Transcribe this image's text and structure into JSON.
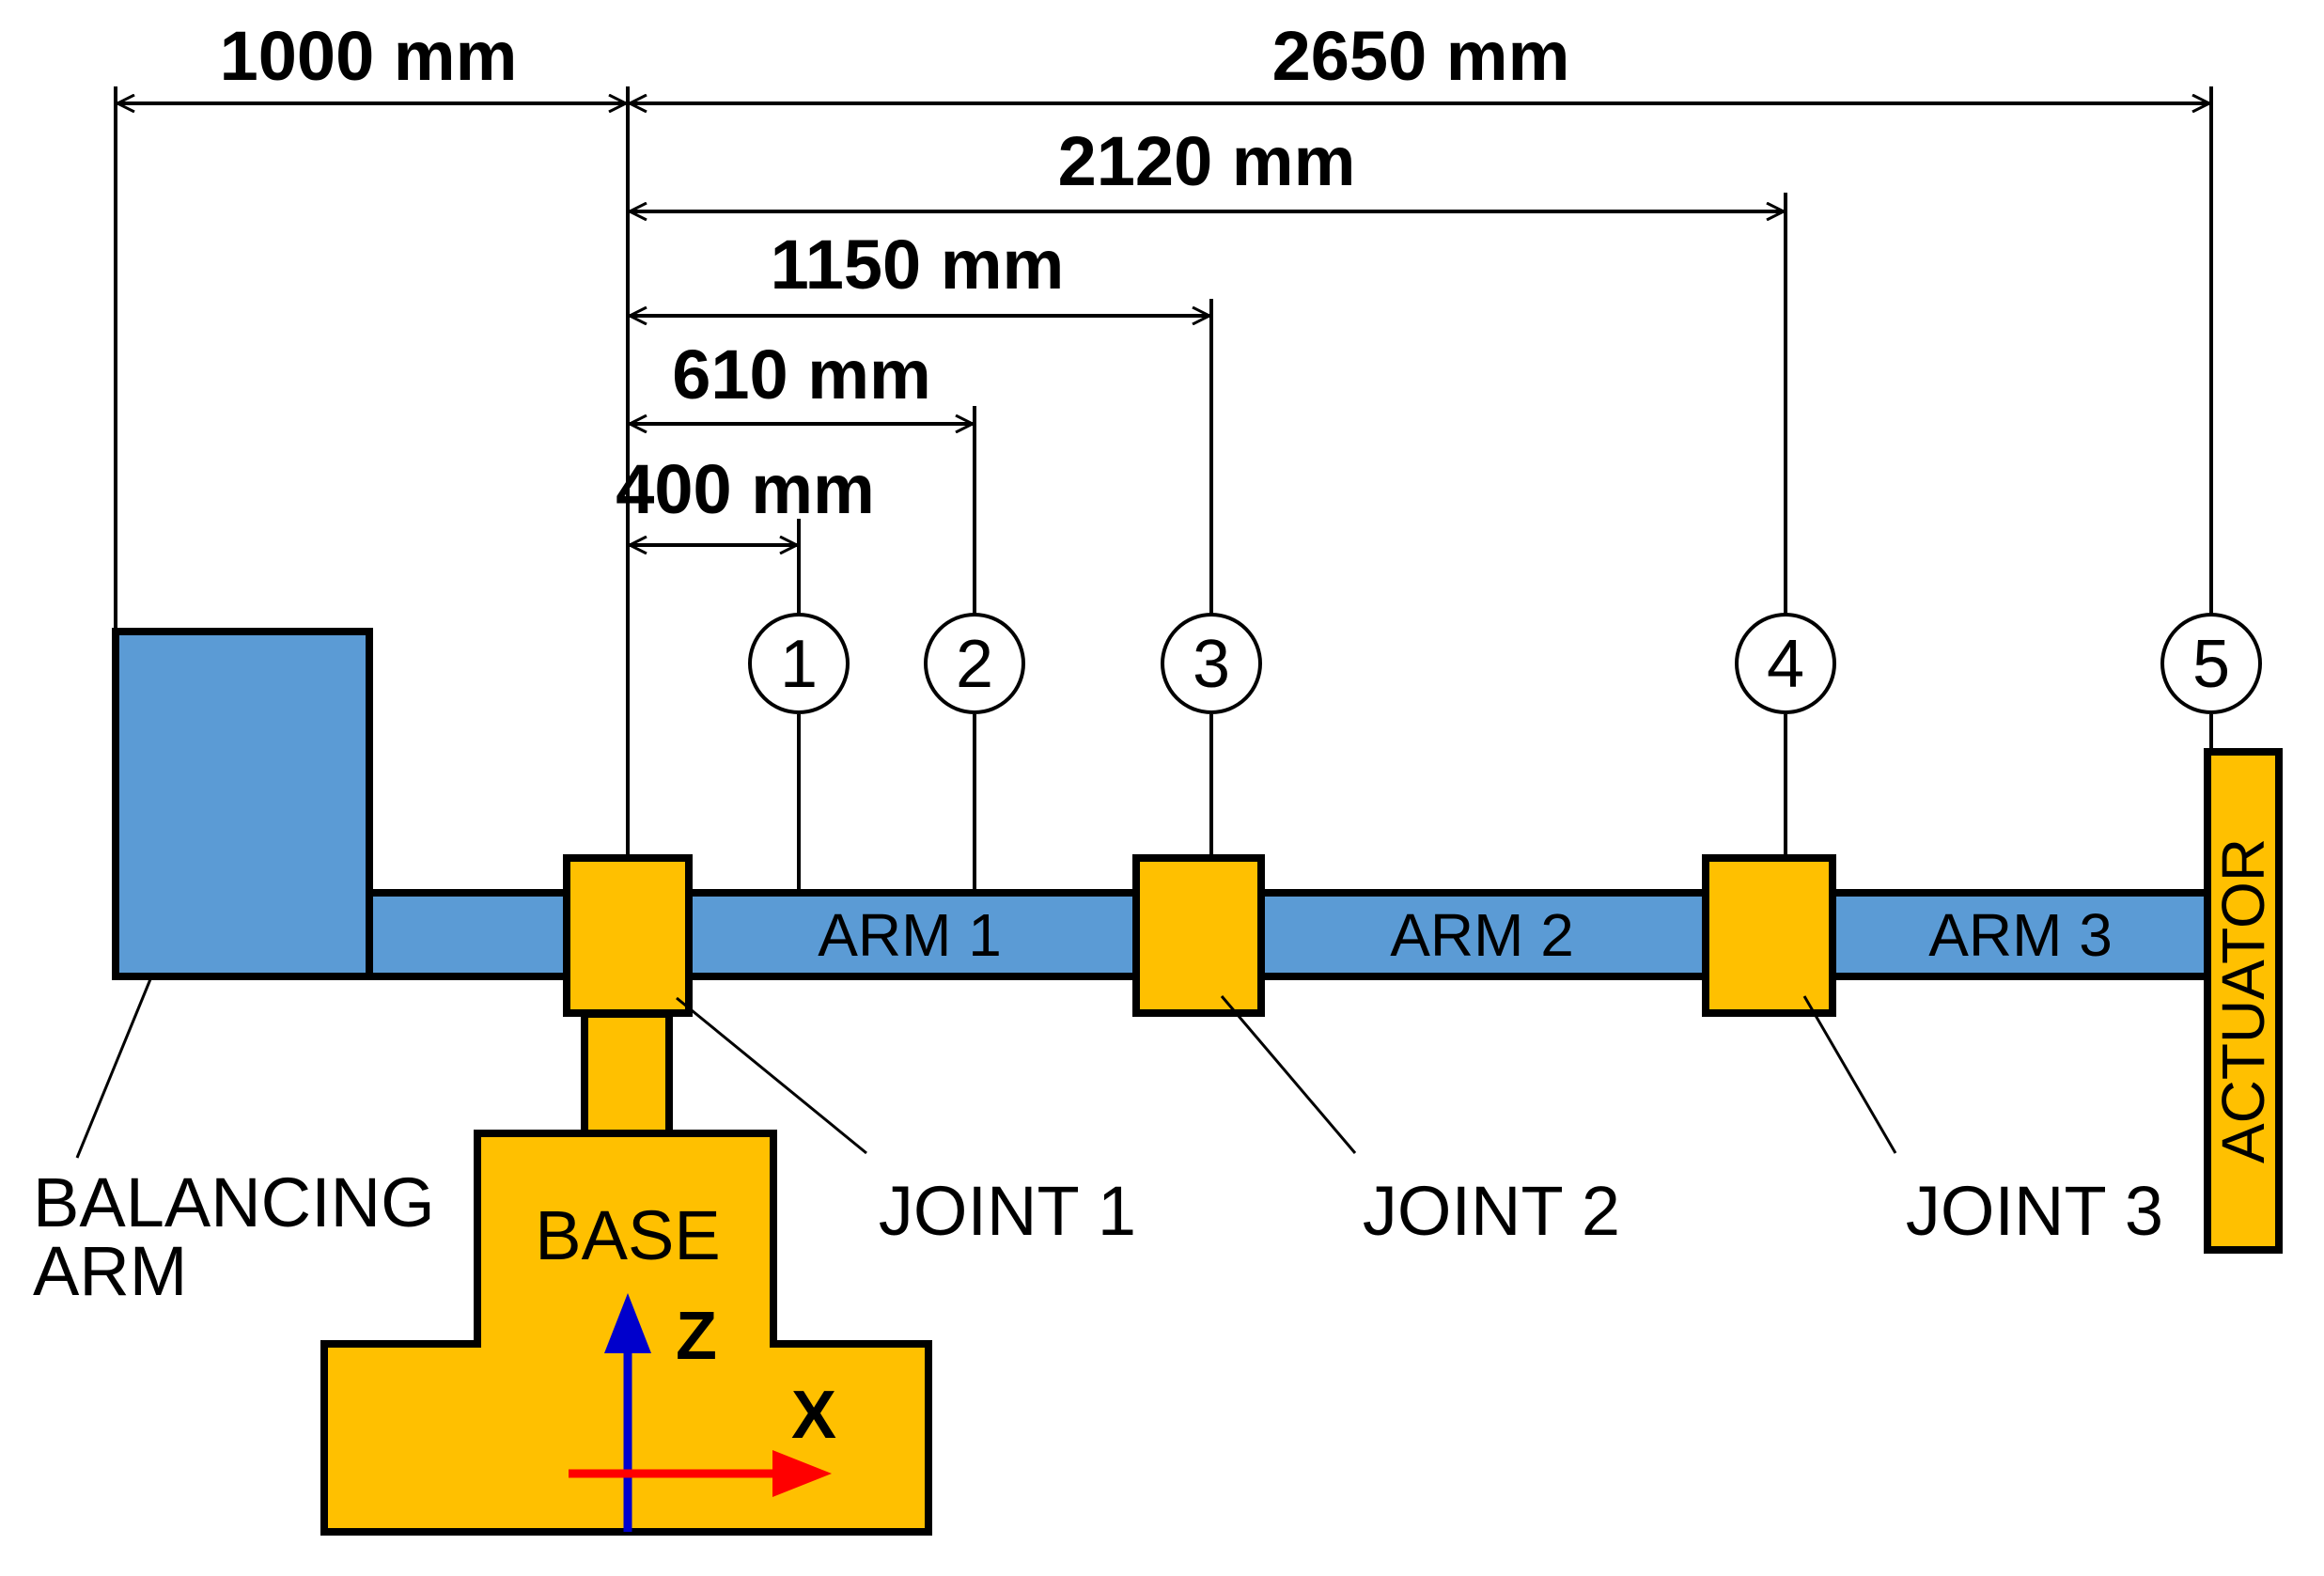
{
  "dimensions": {
    "balancing": "1000 mm",
    "actuator": "2650 mm",
    "joint3": "2120 mm",
    "joint2": "1150 mm",
    "point2": "610 mm",
    "point1": "400 mm"
  },
  "markers": [
    "1",
    "2",
    "3",
    "4",
    "5"
  ],
  "arms": [
    "ARM 1",
    "ARM 2",
    "ARM 3"
  ],
  "joints": [
    "JOINT 1",
    "JOINT 2",
    "JOINT 3"
  ],
  "balancing_arm": [
    "BALANCING",
    "ARM"
  ],
  "actuator": "ACTUATOR",
  "base": "BASE",
  "axes": {
    "z": "Z",
    "x": "X"
  },
  "colors": {
    "arm_blue": "#5B9BD5",
    "joint_orange": "#FFC000",
    "z_axis": "#0000CC",
    "x_axis": "#FF0000"
  }
}
